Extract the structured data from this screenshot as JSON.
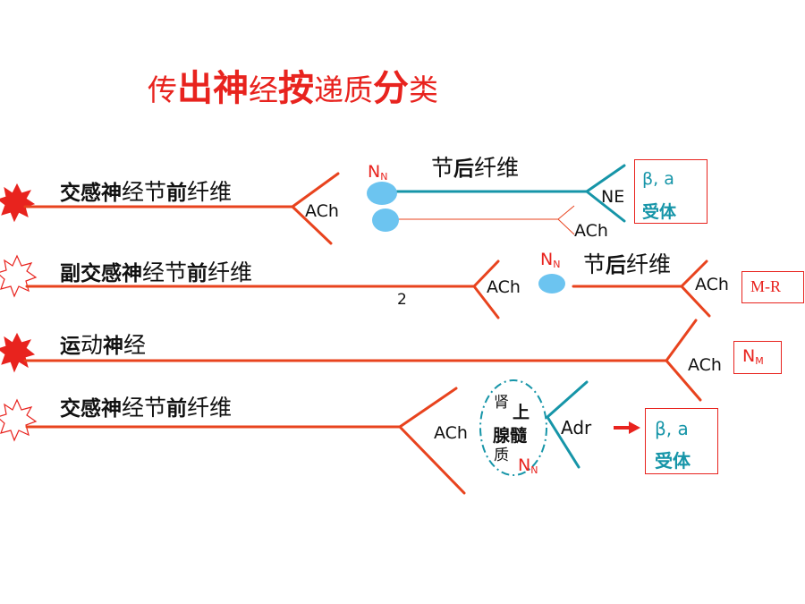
{
  "title": {
    "chars": [
      {
        "ch": "传",
        "style": "sm"
      },
      {
        "ch": "出",
        "style": "bg"
      },
      {
        "ch": "神",
        "style": "bg"
      },
      {
        "ch": "经",
        "style": "sm"
      },
      {
        "ch": "按",
        "style": "bg"
      },
      {
        "ch": "递",
        "style": "sm"
      },
      {
        "ch": "质",
        "style": "sm"
      },
      {
        "ch": "分",
        "style": "bg"
      },
      {
        "ch": "类",
        "style": "sm"
      }
    ]
  },
  "rows": [
    {
      "name": "sympathetic-1",
      "label": [
        {
          "t": "交感神",
          "b": true
        },
        {
          "t": "经节",
          "b": false
        },
        {
          "t": "前",
          "b": true
        },
        {
          "t": "纤维",
          "b": false
        }
      ],
      "ach": "ACh"
    },
    {
      "name": "parasympathetic",
      "label": [
        {
          "t": "副交感神",
          "b": true
        },
        {
          "t": "经节",
          "b": false
        },
        {
          "t": "前",
          "b": true
        },
        {
          "t": "纤维",
          "b": false
        }
      ],
      "ach": "ACh",
      "number": "2"
    },
    {
      "name": "motor",
      "label": [
        {
          "t": "运",
          "b": true
        },
        {
          "t": "动",
          "b": false
        },
        {
          "t": "神",
          "b": true
        },
        {
          "t": "经",
          "b": false
        }
      ],
      "ach": "ACh"
    },
    {
      "name": "sympathetic-2",
      "label": [
        {
          "t": "交感神",
          "b": true
        },
        {
          "t": "经节",
          "b": false
        },
        {
          "t": "前",
          "b": true
        },
        {
          "t": "纤维",
          "b": false
        }
      ],
      "ach": "ACh"
    }
  ],
  "postganglionic": {
    "label": [
      {
        "t": "节",
        "b": false
      },
      {
        "t": "后",
        "b": true
      },
      {
        "t": "纤维",
        "b": false
      }
    ]
  },
  "nn": {
    "main": "N",
    "sub": "N"
  },
  "nm": {
    "main": "N",
    "sub": "M"
  },
  "sympathetic_post": {
    "ne": "NE",
    "ach": "ACh",
    "receptor": {
      "greek": "β, a",
      "name": "受体"
    }
  },
  "parasympathetic_post": {
    "ach": "ACh",
    "receptor": "M-R"
  },
  "motor_end": {
    "ach": "ACh"
  },
  "adrenal": {
    "lines": [
      [
        {
          "t": "肾",
          "b": false
        }
      ],
      [
        {
          "t": "上",
          "b": true
        }
      ],
      [
        {
          "t": "腺髓",
          "b": true
        }
      ],
      [
        {
          "t": "质",
          "b": false
        }
      ]
    ],
    "adr": "Adr",
    "receptor": {
      "greek": "β, a",
      "name": "受体"
    }
  },
  "colors": {
    "nerve": "#e8431e",
    "teal": "#1695a8",
    "receptor_blue": "#6cc4f0",
    "red_text": "#e8231e"
  }
}
